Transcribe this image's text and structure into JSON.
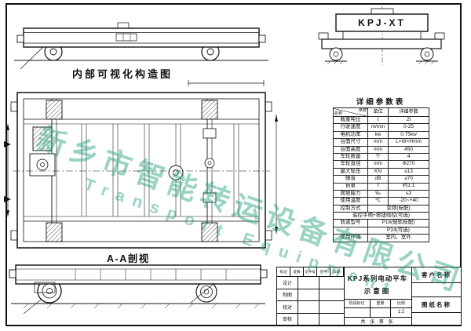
{
  "sheet": {
    "bg": "#ffffff",
    "ink": "#111111"
  },
  "watermark": {
    "line1": "新乡市智能转运设备有限公司",
    "line2": "Transport Equipment",
    "color": "#21a07d"
  },
  "labels": {
    "internal_view": "内部可视化构造图",
    "model_badge": "KPJ-XT",
    "section_view": "A-A剖视",
    "param_table_title": "详细参数表"
  },
  "param_table": {
    "corner_top": "参数",
    "corner_bottom": "名称",
    "col_unit": "单位",
    "col_value": "详细参数",
    "rows": [
      {
        "name": "载重吨位",
        "unit": "t",
        "value": "2t"
      },
      {
        "name": "行驶速度",
        "unit": "m/min",
        "value": "0-25"
      },
      {
        "name": "电机功率",
        "unit": "kw",
        "value": "0.75kw"
      },
      {
        "name": "台面尺寸",
        "unit": "mm",
        "value": "L×W×Hmm"
      },
      {
        "name": "台面高度",
        "unit": "mm",
        "value": "450"
      },
      {
        "name": "车轮数量",
        "unit": "个",
        "value": "4"
      },
      {
        "name": "车轮直径",
        "unit": "mm",
        "value": "Φ270"
      },
      {
        "name": "最大轮压",
        "unit": "KN",
        "value": "≤13"
      },
      {
        "name": "噪音",
        "unit": "dB",
        "value": "≤70"
      },
      {
        "name": "自重",
        "unit": "t",
        "value": "约1.1"
      },
      {
        "name": "爬坡能力",
        "unit": "‰",
        "value": "≤3"
      },
      {
        "name": "使用温度",
        "unit": "℃",
        "value": "-20~+40"
      },
      {
        "name": "控制方式",
        "unit": "",
        "value": "变频(标配)"
      },
      {
        "name": "",
        "unit": "",
        "value": "遥控手柄+按钮线控(可选)"
      },
      {
        "name": "轨道型号",
        "unit": "",
        "value": "P18(轻轨标配)"
      },
      {
        "name": "",
        "unit": "",
        "value": "P24(可选)"
      },
      {
        "name": "使用环境",
        "unit": "",
        "value": "室内、室外"
      }
    ]
  },
  "title_block": {
    "title_line1": "KPJ系列电动平车",
    "title_line2": "示意图",
    "strip": [
      "标记",
      "处数",
      "文件号",
      "签字",
      "日期"
    ],
    "staff": [
      "设计",
      "制图",
      "校对",
      "审核"
    ],
    "stage_label": "阶段标记",
    "weight_label": "重量",
    "scale_label": "比例",
    "scale_value": "1:2",
    "sheet_label": "共 张 第 张",
    "customer_label": "客户名称",
    "drawing_label": "图纸名称"
  }
}
